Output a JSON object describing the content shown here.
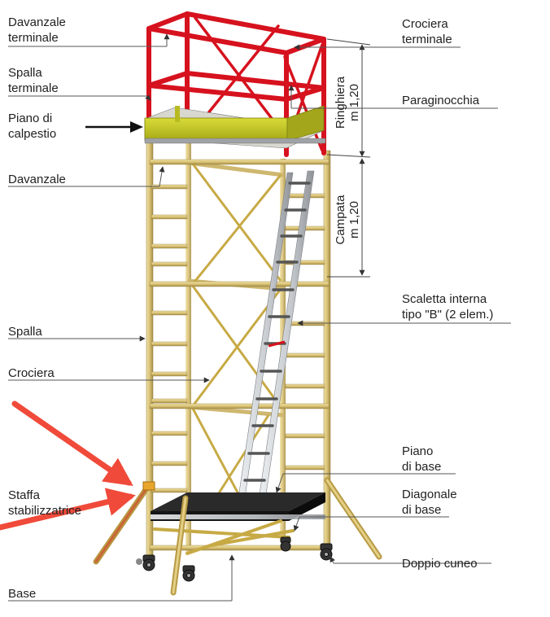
{
  "labels": {
    "davanzale_terminale": "Davanzale\nterminale",
    "spalla_terminale": "Spalla\nterminale",
    "piano_calpestio": "Piano di\ncalpestio",
    "davanzale": "Davanzale",
    "spalla": "Spalla",
    "crociera": "Crociera",
    "staffa": "Staffa\nstabilizzatrice",
    "base": "Base",
    "crociera_terminale": "Crociera\nterminale",
    "paraginocchia": "Paraginocchia",
    "scaletta": "Scaletta interna\ntipo \"B\" (2 elem.)",
    "piano_base": "Piano\ndi base",
    "diagonale_base": "Diagonale\ndi base",
    "doppio_cuneo": "Doppio cuneo"
  },
  "dimensions": {
    "ringhiera": "Ringhiera\nm 1,20",
    "campata": "Campata\nm 1,20"
  },
  "colors": {
    "frame_wood": "#d9c277",
    "frame_edge": "#8f7a3a",
    "guardrail_red": "#d6121e",
    "platform_lime": "#bfc21c",
    "ladder_silver": "#c9cccf",
    "deck_black": "#1c1c1c",
    "arrow_red": "#f04a3a",
    "leader_gray": "#666666"
  }
}
